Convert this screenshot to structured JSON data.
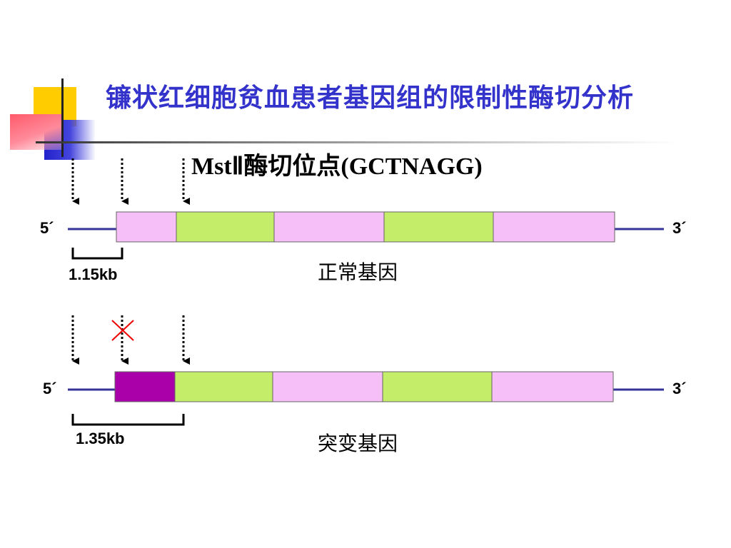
{
  "title": "镰状红细胞贫血患者基因组的限制性酶切分析",
  "subtitle": "MstⅡ酶切位点(GCTNAGG)",
  "normal": {
    "left_end": "5´",
    "right_end": "3´",
    "fragment": "1.15kb",
    "label": "正常基因"
  },
  "mutant": {
    "left_end": "5´",
    "right_end": "3´",
    "fragment": "1.35kb",
    "label": "突变基因"
  },
  "colors": {
    "title": "#3333cc",
    "intron_pink": "#f7bff7",
    "exon_green": "#c4ee6a",
    "mutant_exon": "#aa00aa",
    "strand": "#333399",
    "cross": "#ee0000"
  }
}
